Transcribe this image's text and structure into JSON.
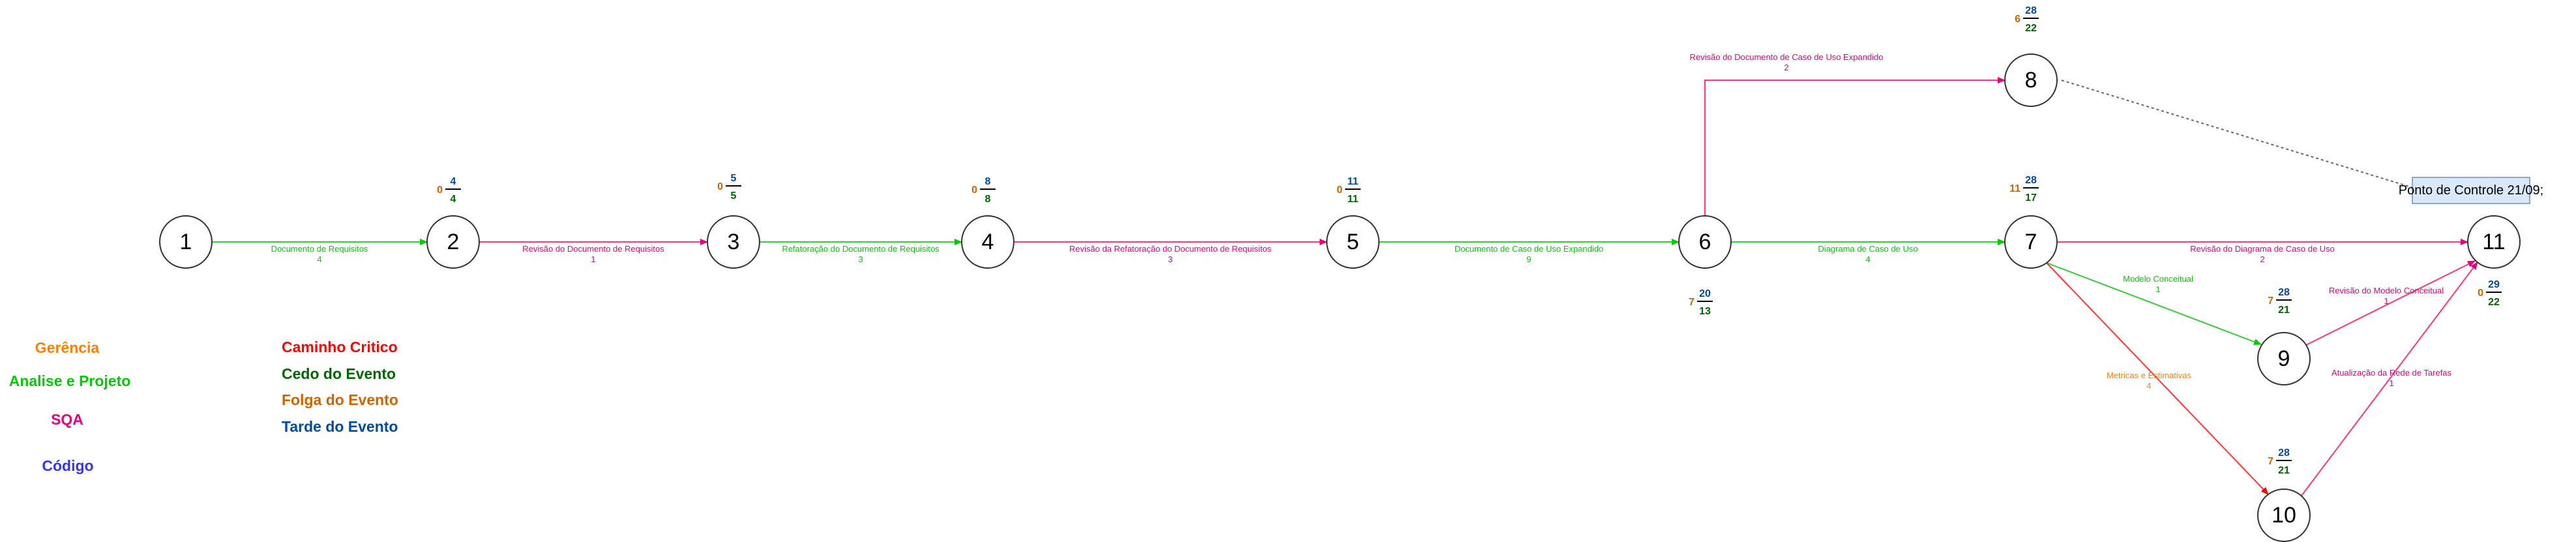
{
  "nodes": [
    {
      "id": "1",
      "label": "1"
    },
    {
      "id": "2",
      "label": "2",
      "slack": "0",
      "late": "4",
      "early": "4"
    },
    {
      "id": "3",
      "label": "3",
      "slack": "0",
      "late": "5",
      "early": "5"
    },
    {
      "id": "4",
      "label": "4",
      "slack": "0",
      "late": "8",
      "early": "8"
    },
    {
      "id": "5",
      "label": "5",
      "slack": "0",
      "late": "11",
      "early": "11"
    },
    {
      "id": "6",
      "label": "6",
      "slack": "7",
      "late": "20",
      "early": "13"
    },
    {
      "id": "7",
      "label": "7",
      "slack": "11",
      "late": "28",
      "early": "17"
    },
    {
      "id": "8",
      "label": "8",
      "slack": "6",
      "late": "28",
      "early": "22"
    },
    {
      "id": "9",
      "label": "9",
      "slack": "7",
      "late": "28",
      "early": "21"
    },
    {
      "id": "10",
      "label": "10",
      "slack": "7",
      "late": "28",
      "early": "21"
    },
    {
      "id": "11",
      "label": "11",
      "slack": "0",
      "late": "29",
      "early": "22"
    }
  ],
  "edges": [
    {
      "from": "1",
      "to": "2",
      "activity": "Documento de Requisitos",
      "duration": "4",
      "category": "analise"
    },
    {
      "from": "2",
      "to": "3",
      "activity": "Revisão do Documento de Requisitos",
      "duration": "1",
      "category": "sqa"
    },
    {
      "from": "3",
      "to": "4",
      "activity": "Refatoração do Documento de Requisitos",
      "duration": "3",
      "category": "analise"
    },
    {
      "from": "4",
      "to": "5",
      "activity": "Revisão da Refatoração do Documento de Requisitos",
      "duration": "3",
      "category": "sqa"
    },
    {
      "from": "5",
      "to": "6",
      "activity": "Documento de Caso de Uso Expandido",
      "duration": "9",
      "category": "analise"
    },
    {
      "from": "6",
      "to": "8",
      "activity": "Revisão do Documento de Caso de Uso Expandido",
      "duration": "2",
      "category": "sqa"
    },
    {
      "from": "6",
      "to": "7",
      "activity": "Diagrama de Caso de Uso",
      "duration": "4",
      "category": "analise"
    },
    {
      "from": "7",
      "to": "11",
      "activity": "Revisão do Diagrama de Caso de Uso",
      "duration": "2",
      "category": "sqa"
    },
    {
      "from": "7",
      "to": "9",
      "activity": "Modelo Conceitual",
      "duration": "1",
      "category": "analise"
    },
    {
      "from": "7",
      "to": "10",
      "activity": "Metricas e Estimativas",
      "duration": "4",
      "category": "gerencia"
    },
    {
      "from": "9",
      "to": "11",
      "activity": "Revisão do Modelo Conceitual",
      "duration": "1",
      "category": "sqa"
    },
    {
      "from": "10",
      "to": "11",
      "activity": "Atualização da Rede de Tarefas",
      "duration": "1",
      "category": "sqa"
    }
  ],
  "callout": {
    "text": "Ponto de Controle 21/09;"
  },
  "legend_categories": [
    {
      "label": "Gerência",
      "color": "#ff8000"
    },
    {
      "label": "Analise e Projeto",
      "color": "#00cc00"
    },
    {
      "label": "SQA",
      "color": "#e6007e"
    },
    {
      "label": "Código",
      "color": "#3333ff"
    }
  ],
  "legend_values": [
    {
      "label": "Caminho Critico",
      "color": "#ff0000"
    },
    {
      "label": "Cedo do Evento",
      "color": "#006600"
    },
    {
      "label": "Folga do Evento",
      "color": "#cc6600"
    },
    {
      "label": "Tarde do Evento",
      "color": "#004c99"
    }
  ],
  "colors": {
    "analise": "#00cc00",
    "sqa": "#e6007e",
    "gerencia": "#ff8000",
    "critical": "#ff0000"
  }
}
